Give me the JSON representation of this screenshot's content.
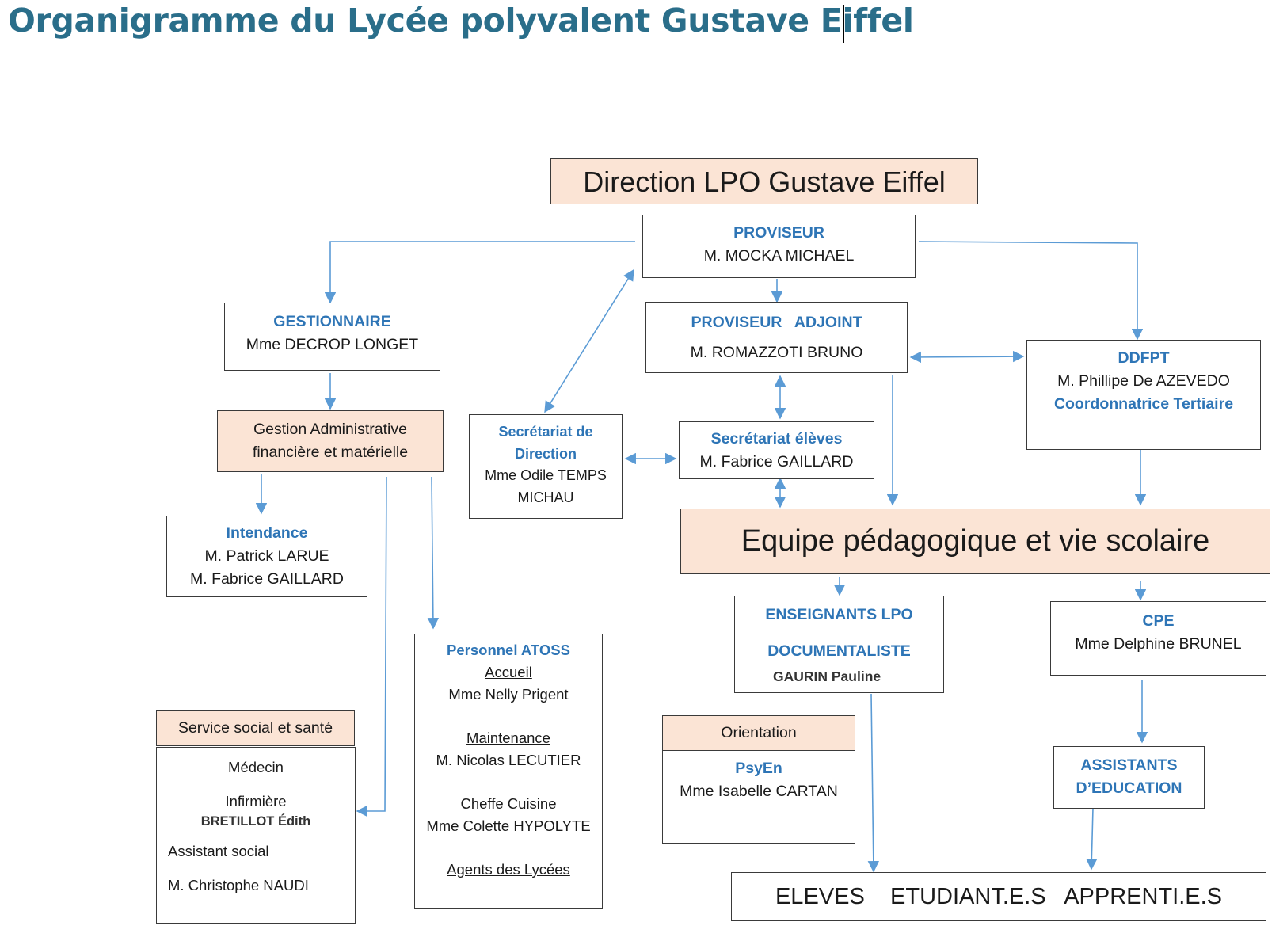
{
  "title": "Organigramme du Lycée polyvalent Gustave Eiffel",
  "colors": {
    "title": "#2a6e8a",
    "label": "#2e75b6",
    "header_fill": "#fbe4d5",
    "arrow": "#5b9bd5"
  },
  "direction": "Direction LPO Gustave Eiffel",
  "proviseur": {
    "label": "PROVISEUR",
    "name": "M. MOCKA MICHAEL"
  },
  "adjoint": {
    "label": "PROVISEUR   ADJOINT",
    "name": "M. ROMAZZOTI BRUNO"
  },
  "ddfpt": {
    "label": "DDFPT",
    "name": "M. Phillipe De AZEVEDO",
    "role": "Coordonnatrice Tertiaire"
  },
  "gestionnaire": {
    "label": "GESTIONNAIRE",
    "name": "Mme DECROP LONGET"
  },
  "gestion_admin": {
    "line1": "Gestion Administrative",
    "line2": "financière et matérielle"
  },
  "intendance": {
    "label": "Intendance",
    "name1": "M. Patrick LARUE",
    "name2": "M. Fabrice GAILLARD"
  },
  "secretariat_direction": {
    "label1": "Secrétariat de",
    "label2": "Direction",
    "name1": "Mme Odile TEMPS",
    "name2": "MICHAU"
  },
  "secretariat_eleves": {
    "label": "Secrétariat élèves",
    "name": "M. Fabrice GAILLARD"
  },
  "equipe": "Equipe pédagogique et vie scolaire",
  "enseignants": {
    "label1": "ENSEIGNANTS LPO",
    "label2": "DOCUMENTALISTE",
    "name": "GAURIN Pauline"
  },
  "cpe": {
    "label": "CPE",
    "name": "Mme Delphine BRUNEL"
  },
  "orientation": {
    "header": "Orientation",
    "label": "PsyEn",
    "name": "Mme Isabelle CARTAN"
  },
  "assistants": {
    "line1": "ASSISTANTS",
    "line2": "D’EDUCATION"
  },
  "eleves": "ELEVES    ETUDIANT.E.S   APPRENTI.E.S",
  "atoss": {
    "label": "Personnel ATOSS",
    "accueil": "Accueil",
    "accueil_name": "Mme Nelly Prigent",
    "maintenance": "Maintenance",
    "maintenance_name": "M. Nicolas LECUTIER",
    "cuisine": "Cheffe Cuisine",
    "cuisine_name": "Mme Colette HYPOLYTE",
    "agents": "Agents des Lycées"
  },
  "social": {
    "header": "Service social et santé",
    "medecin": "Médecin",
    "infirmiere": "Infirmière",
    "infirmiere_name": "BRETILLOT Édith",
    "assistant": "Assistant social",
    "assistant_name": "M. Christophe NAUDI"
  }
}
